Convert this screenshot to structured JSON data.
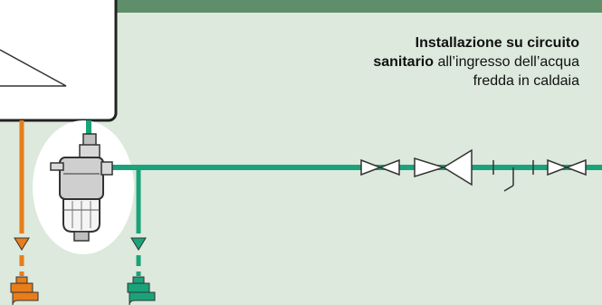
{
  "caption": {
    "bold_1": "Installazione su circuito",
    "bold_2": "sanitario",
    "rest_2": " all’ingresso dell’acqua",
    "line_3": "fredda in caldaia"
  },
  "colors": {
    "background": "#dce9dc",
    "top_band": "#5f8f6a",
    "cold_water_pipe": "#1aa37a",
    "hot_water_pipe": "#e87d1a",
    "boiler_panel": "#ffffff",
    "filter_highlight": "#ffffff"
  },
  "icons": [
    "boiler-icon",
    "filter-icon",
    "valve-icon",
    "check-valve-icon",
    "pressure-reducer-icon",
    "faucet-icon"
  ]
}
